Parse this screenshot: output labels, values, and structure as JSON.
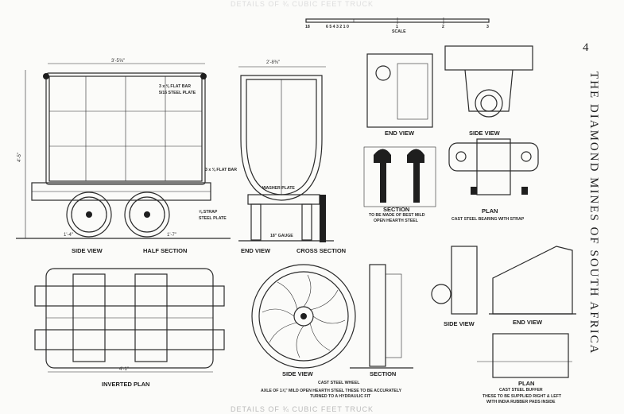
{
  "page_number": "4",
  "running_title": "THE DIAMOND MINES OF SOUTH AFRICA",
  "header_faint": "DETAILS OF ¾ CUBIC FEET TRUCK",
  "footer_faint": "DETAILS OF ¾ CUBIC FEET TRUCK",
  "scale": {
    "ticks": [
      "18",
      "6 5 4 3 2 1 0",
      "1",
      "2",
      "3"
    ],
    "label": "SCALE"
  },
  "views": {
    "side_view": "SIDE VIEW",
    "half_section": "HALF SECTION",
    "end_view": "END VIEW",
    "cross_section": "CROSS SECTION",
    "inverted_plan": "INVERTED PLAN",
    "bearing_end_view": "END VIEW",
    "bearing_side_view": "SIDE VIEW",
    "hook_section": "SECTION",
    "hook_note_1": "TO BE MADE OF BEST MILD",
    "hook_note_2": "OPEN HEARTH STEEL",
    "bearing_plan": "PLAN",
    "bearing_note": "CAST STEEL BEARING WITH STRAP",
    "wheel_side_view": "SIDE VIEW",
    "wheel_section": "SECTION",
    "wheel_title": "CAST STEEL WHEEL",
    "wheel_note_1": "AXLE OF 1⅞\" MILD OPEN HEARTH STEEL THESE TO BE ACCURATELY",
    "wheel_note_2": "TURNED TO A HYDRAULIC FIT",
    "buffer_side_view": "SIDE VIEW",
    "buffer_end_view": "END VIEW",
    "buffer_plan": "PLAN",
    "buffer_title": "CAST STEEL BUFFER",
    "buffer_note_1": "THESE TO BE SUPPLIED RIGHT & LEFT",
    "buffer_note_2": "WITH   INDIA RUBBER PADS INSIDE"
  },
  "annotations": {
    "flat_bar": "3 x ⅜ FLAT BAR",
    "steel_plate": "5/16 STEEL PLATE",
    "flat_bar_2": "3 x ⅜ FLAT BAR",
    "strap": "⅝ STRAP",
    "strap_plate": "STEEL PLATE",
    "washer_plate": "WASHER PLATE",
    "gauge": "18\" GAUGE",
    "width_top": "3'-5⅝\"",
    "height_left": "4'-5\"",
    "len_bottom": "4'-1\"",
    "end_width": "2'-8⅜\"",
    "dim_1": "1'-4\"",
    "dim_2": "1'-7\""
  }
}
